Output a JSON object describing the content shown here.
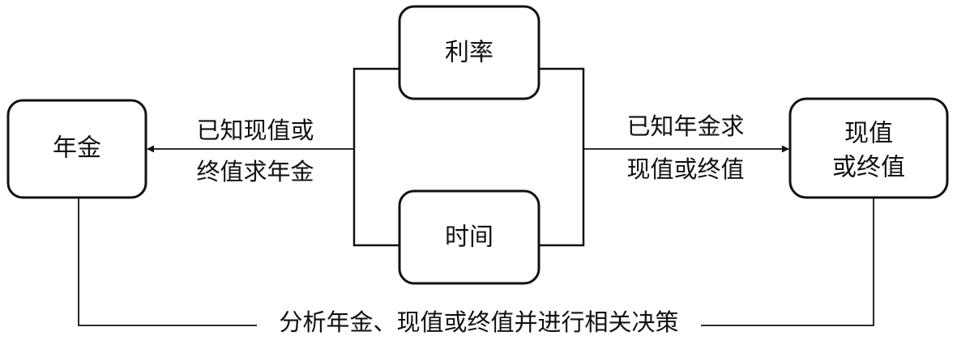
{
  "nodes": {
    "annuity": "年金",
    "interest_rate": "利率",
    "time": "时间",
    "pv_or_fv_line1": "现值",
    "pv_or_fv_line2": "或终值"
  },
  "edges": {
    "left_line1": "已知现值或",
    "left_line2": "终值求年金",
    "right_line1": "已知年金求",
    "right_line2": "现值或终值",
    "bottom": "分析年金、现值或终值并进行相关决策"
  },
  "colors": {
    "stroke": "#111111",
    "background": "#ffffff"
  }
}
